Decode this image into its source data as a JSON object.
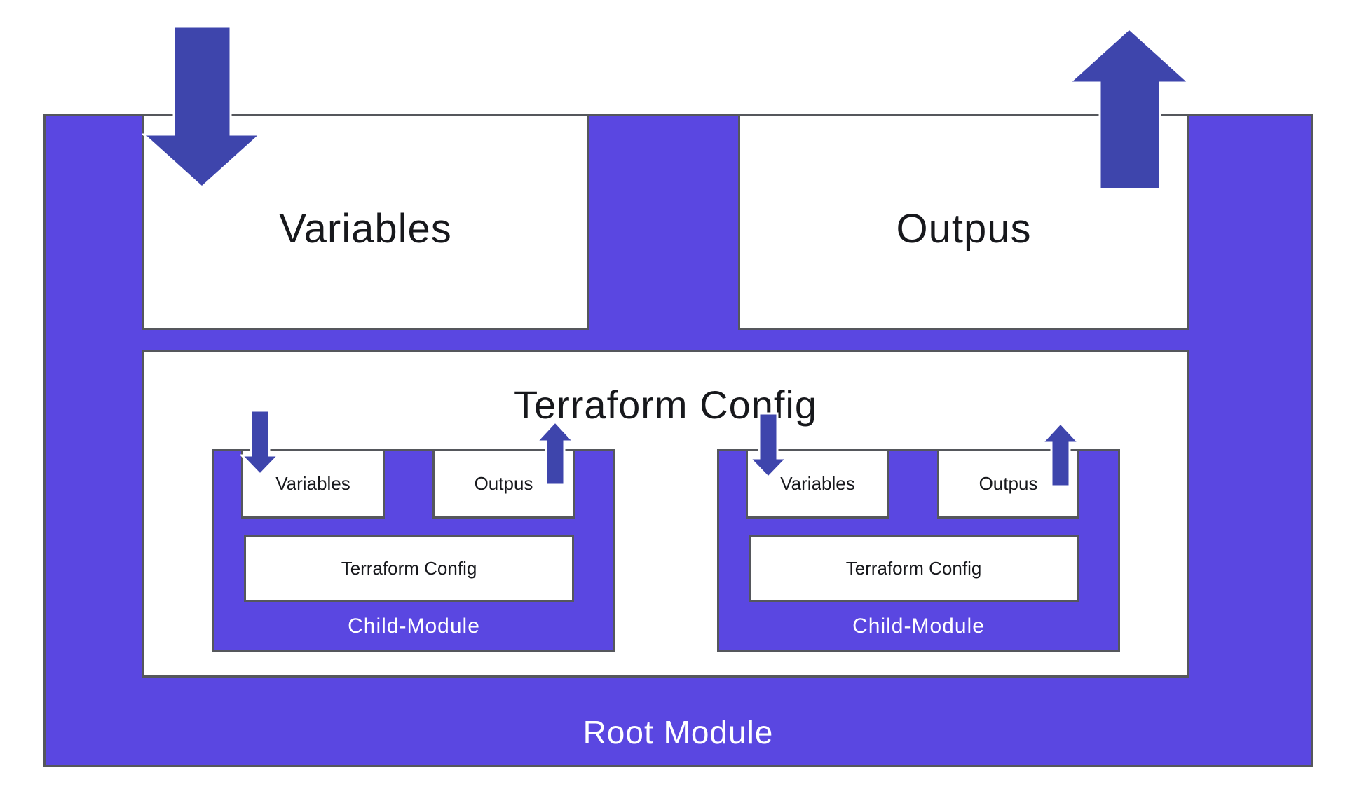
{
  "diagram": {
    "root": {
      "label": "Root Module",
      "variables_label": "Variables",
      "outputs_label": "Outpus",
      "config_label": "Terraform Config"
    },
    "child_modules": [
      {
        "label": "Child-Module",
        "variables_label": "Variables",
        "outputs_label": "Outpus",
        "config_label": "Terraform Config"
      },
      {
        "label": "Child-Module",
        "variables_label": "Variables",
        "outputs_label": "Outpus",
        "config_label": "Terraform Config"
      }
    ],
    "icons": {
      "root_input_arrow": "down-arrow",
      "root_output_arrow": "up-arrow",
      "child_input_arrow": "down-arrow",
      "child_output_arrow": "up-arrow"
    },
    "colors": {
      "module_purple": "#5a47e1",
      "arrow_indigo": "#3e45ac",
      "border_gray": "#55575c",
      "canvas_white": "#ffffff",
      "text_dark": "#17181c",
      "text_light": "#ffffff"
    }
  }
}
